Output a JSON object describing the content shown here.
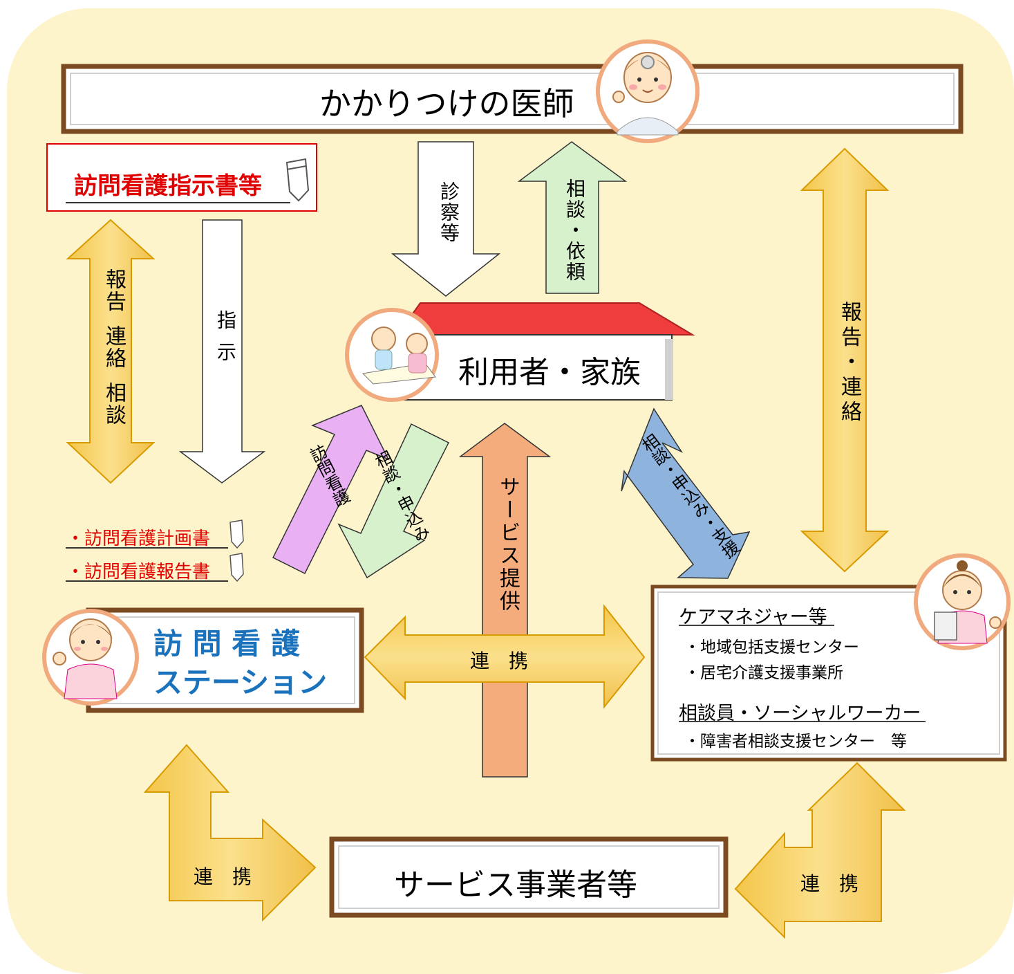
{
  "title_box": {
    "label": "かかりつけの医師"
  },
  "instruction_doc": {
    "label": "訪問看護指示書等"
  },
  "user_family": {
    "label": "利用者・家族"
  },
  "nursing_station": {
    "line1": "訪 問 看 護",
    "line2": "ステーション"
  },
  "service_providers": {
    "label": "サービス事業者等"
  },
  "care_manager_box": {
    "heading1": "ケアマネジャー等",
    "items1": [
      "・地域包括支援センター",
      "・居宅介護支援事業所"
    ],
    "heading2": "相談員・ソーシャルワーカー",
    "items2": [
      "・障害者相談支援センター　等"
    ]
  },
  "nursing_docs": [
    "・訪問看護計画書",
    "・訪問看護報告書"
  ],
  "arrows": {
    "exam": "診察等",
    "consult_request": "相談・依頼",
    "report_contact_consult_1": "報告",
    "report_contact_consult_2": "連絡",
    "report_contact_consult_3": "相談",
    "instruction": "指示",
    "visit_nursing": "訪問看護",
    "consult_apply_left": "相談・申込み",
    "service_provision": "サービス提供",
    "consult_apply_support": "相談・申込み・支援",
    "report_contact_right": "報告・連絡",
    "cooperation_center": "連　携",
    "cooperation_left": "連　携",
    "cooperation_right": "連　携"
  },
  "colors": {
    "background": "#fdf4cc",
    "gold_arrow": "#f6cf60",
    "white_arrow": "#ffffff",
    "green_arrow": "#d7f1cc",
    "pink_arrow": "#e9b0f3",
    "orange_arrow": "#f5ac7c",
    "blue_arrow": "#8eb3dc",
    "box_frame": "#7b4a21",
    "red_text": "#e00000",
    "blue_text": "#1a72bd"
  }
}
